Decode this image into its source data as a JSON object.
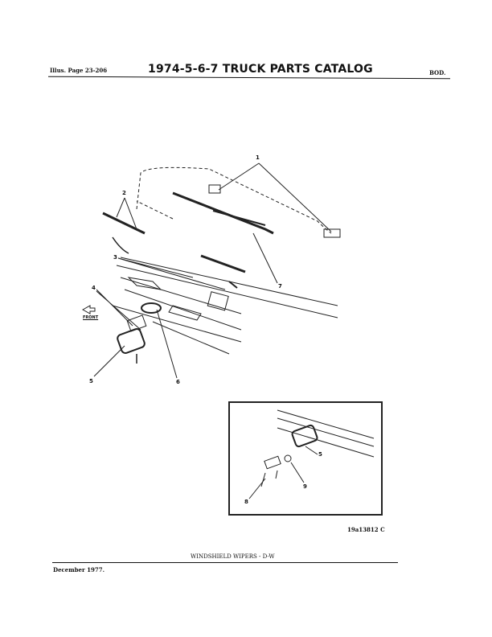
{
  "header": {
    "illus_page": "Illus. Page 23-206",
    "title": "1974-5-6-7 TRUCK PARTS CATALOG",
    "section": "BOD."
  },
  "illustration": {
    "callouts": [
      "1",
      "2",
      "3",
      "4",
      "5",
      "6",
      "7"
    ],
    "front_label": "FRONT",
    "inset_callouts": [
      "5",
      "8",
      "9"
    ],
    "figure_id": "19a13812 C"
  },
  "footer": {
    "caption": "WINDSHIELD WIPERS - D-W",
    "date": "December 1977."
  }
}
